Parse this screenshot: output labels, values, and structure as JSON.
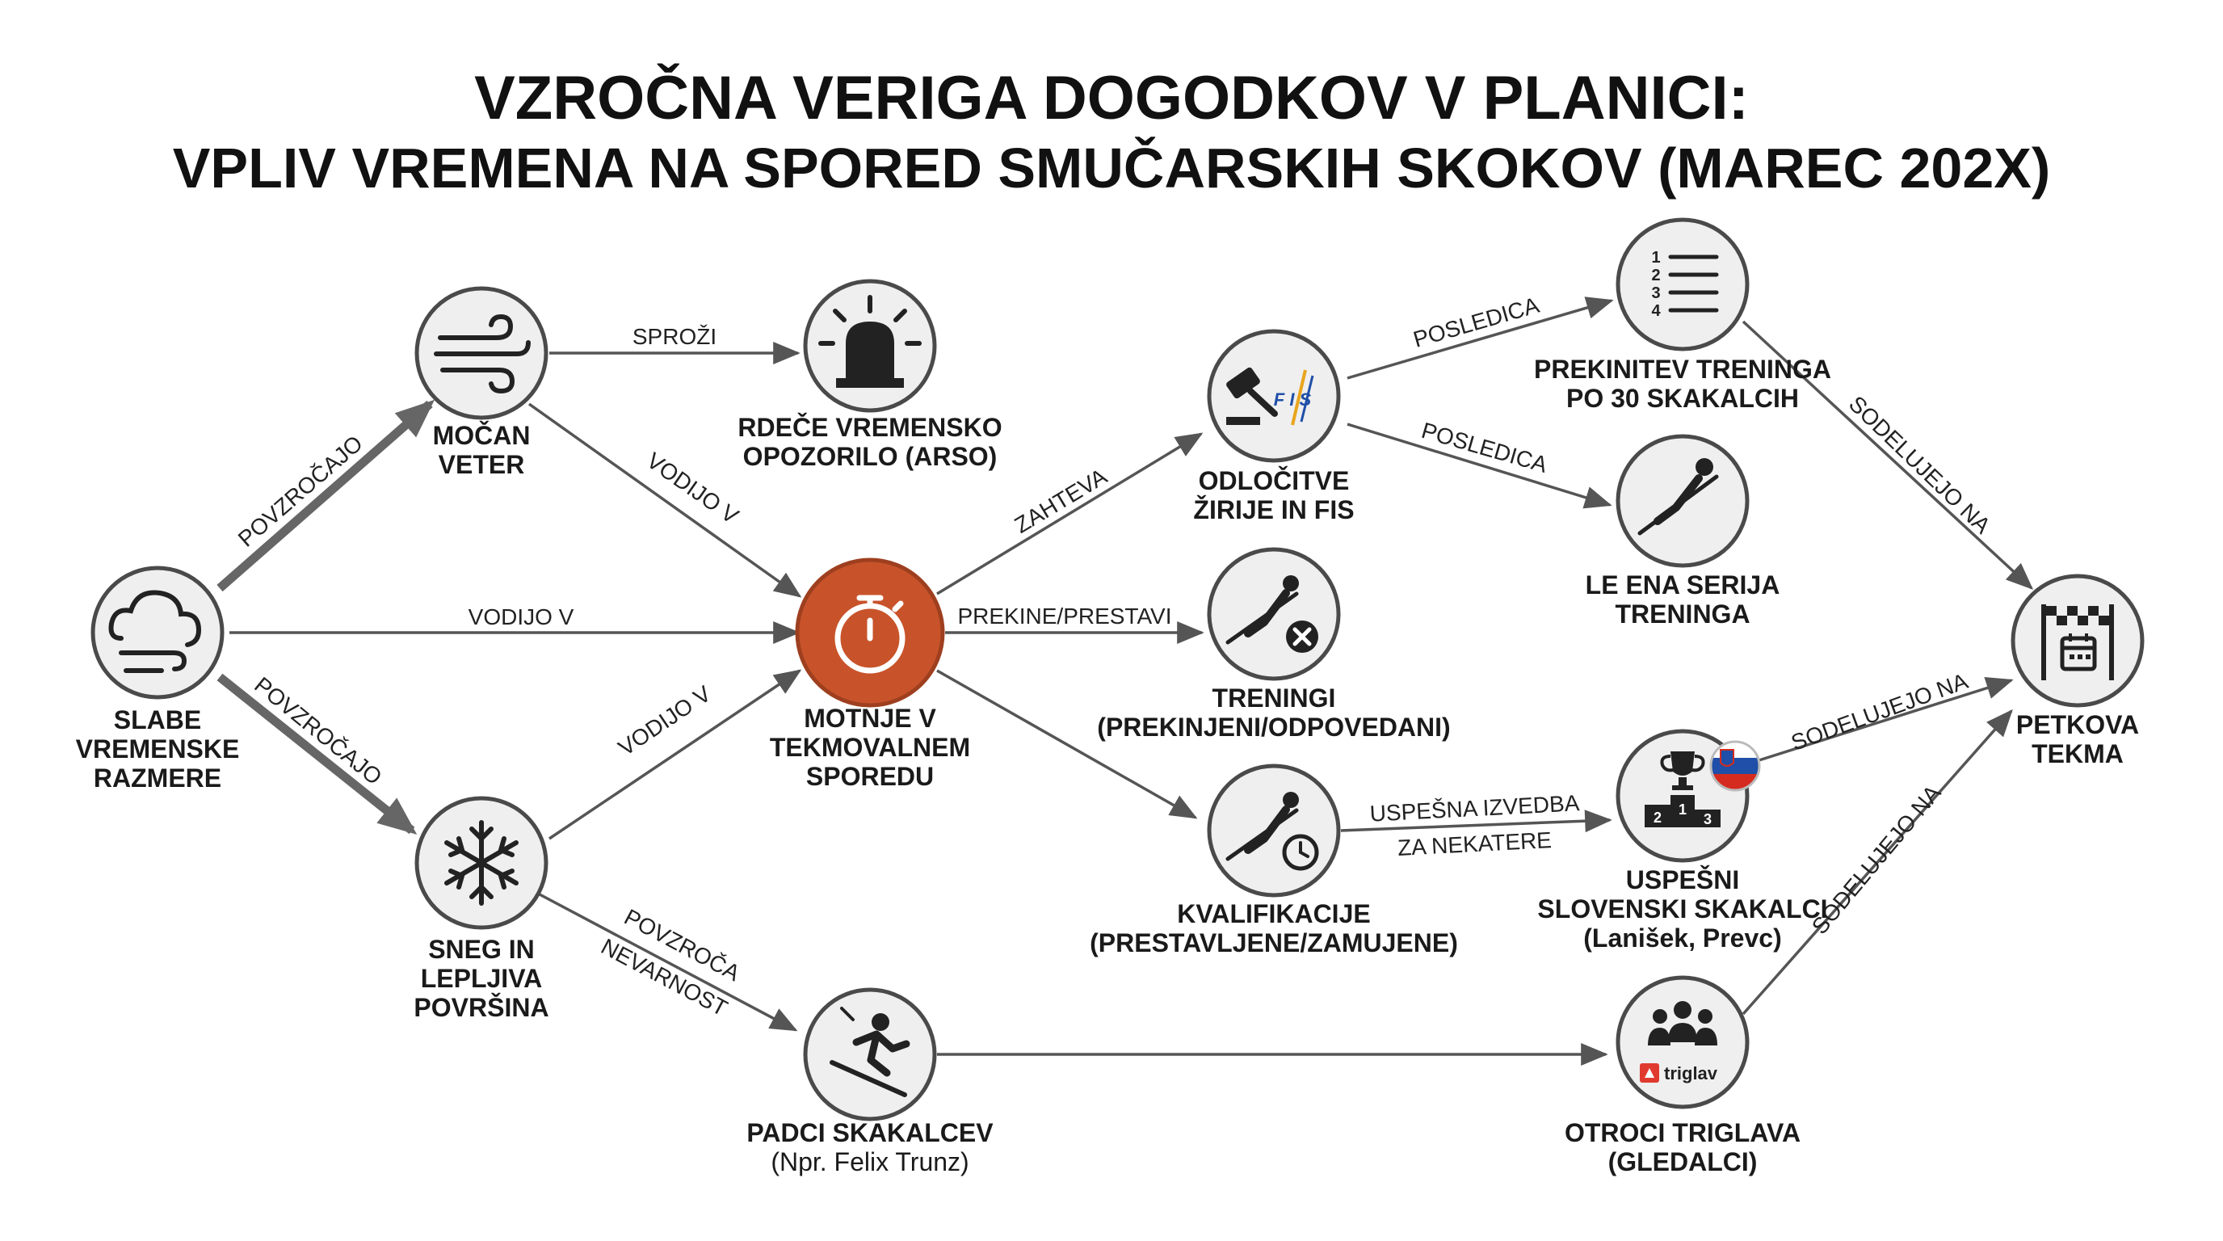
{
  "title": {
    "line1": "VZROČNA VERIGA DOGODKOV V PLANICI:",
    "line2": "VPLIV VREMENA NA SPORED SMUČARSKIH SKOKOV (MAREC 202X)"
  },
  "colors": {
    "accent": "#c8532a",
    "node_fill": "#efefef",
    "stroke": "#4a4a4a",
    "slovenia_white": "#ffffff",
    "slovenia_blue": "#1f4fa8",
    "slovenia_red": "#d52b1e",
    "triglav_red": "#e03a2f"
  },
  "nodes": {
    "weather": {
      "icon": "cloud-wind-icon",
      "lines": [
        "SLABE",
        "VREMENSKE",
        "RAZMERE"
      ]
    },
    "wind": {
      "icon": "wind-icon",
      "lines": [
        "MOČAN",
        "VETER"
      ]
    },
    "snow": {
      "icon": "snowflake-icon",
      "lines": [
        "SNEG IN",
        "LEPLJIVA",
        "POVRŠINA"
      ]
    },
    "alarm": {
      "icon": "siren-icon",
      "lines": [
        "RDEČE VREMENSKO",
        "OPOZORILO (ARSO)"
      ]
    },
    "disruption": {
      "icon": "stopwatch-icon",
      "lines": [
        "MOTNJE V",
        "TEKMOVALNEM",
        "SPOREDU"
      ]
    },
    "falls": {
      "icon": "skier-icon",
      "lines": [
        "PADCI SKAKALCEV",
        "(Npr. Felix Trunz)"
      ]
    },
    "jury": {
      "icon": "gavel-fis-icon",
      "logo_text": "F I S",
      "lines": [
        "ODLOČITVE",
        "ŽIRIJE IN FIS"
      ]
    },
    "trainings": {
      "icon": "ski-jumper-cancel-icon",
      "lines": [
        "TRENINGI",
        "(PREKINJENI/ODPOVEDANI)"
      ]
    },
    "qualifications": {
      "icon": "ski-jumper-clock-icon",
      "lines": [
        "KVALIFIKACIJE",
        "(PRESTAVLJENE/ZAMUJENE)"
      ]
    },
    "interruption": {
      "icon": "numbered-list-icon",
      "list_numbers": [
        "1",
        "2",
        "3",
        "4"
      ],
      "lines": [
        "PREKINITEV TRENINGA",
        "PO 30 SKAKALCIH"
      ]
    },
    "one_series": {
      "icon": "ski-jumper-icon",
      "lines": [
        "LE ENA SERIJA",
        "TRENINGA"
      ]
    },
    "slovenians": {
      "icon": "podium-trophy-icon",
      "podium": [
        "2",
        "1",
        "3"
      ],
      "flag_icon": "slovenia-flag-icon",
      "lines": [
        "USPEŠNI",
        "SLOVENSKI SKAKALCI",
        "(Lanišek, Prevc)"
      ]
    },
    "kids": {
      "icon": "crowd-icon",
      "logo_text": "triglav",
      "lines": [
        "OTROCI TRIGLAVA",
        "(GLEDALCI)"
      ]
    },
    "friday": {
      "icon": "finish-calendar-icon",
      "lines": [
        "PETKOVA",
        "TEKMA"
      ]
    }
  },
  "edges": {
    "weather_wind": {
      "label": [
        "POVZROČAJO"
      ]
    },
    "weather_snow": {
      "label": [
        "POVZROČAJO"
      ]
    },
    "weather_disruption": {
      "label": [
        "VODIJO V"
      ]
    },
    "wind_alarm": {
      "label": [
        "SPROŽI"
      ]
    },
    "wind_disruption": {
      "label": [
        "VODIJO V"
      ]
    },
    "snow_disruption": {
      "label": [
        "VODIJO V"
      ]
    },
    "snow_falls": {
      "label": [
        "POVZROČA",
        "NEVARNOST"
      ]
    },
    "disruption_jury": {
      "label": [
        "ZAHTEVA"
      ]
    },
    "disruption_trainings": {
      "label": [
        "PREKINE/PRESTAVI"
      ]
    },
    "jury_interruption": {
      "label": [
        "POSLEDICA"
      ]
    },
    "jury_oneseries": {
      "label": [
        "POSLEDICA"
      ]
    },
    "qual_slovenians": {
      "label": [
        "USPEŠNA IZVEDBA",
        "ZA NEKATERE"
      ]
    },
    "interruption_friday": {
      "label": [
        "SODELUJEJO NA"
      ]
    },
    "slovenians_friday": {
      "label": [
        "SODELUJEJO NA"
      ]
    },
    "kids_friday": {
      "label": [
        "SODELUJEJO NA"
      ]
    }
  }
}
